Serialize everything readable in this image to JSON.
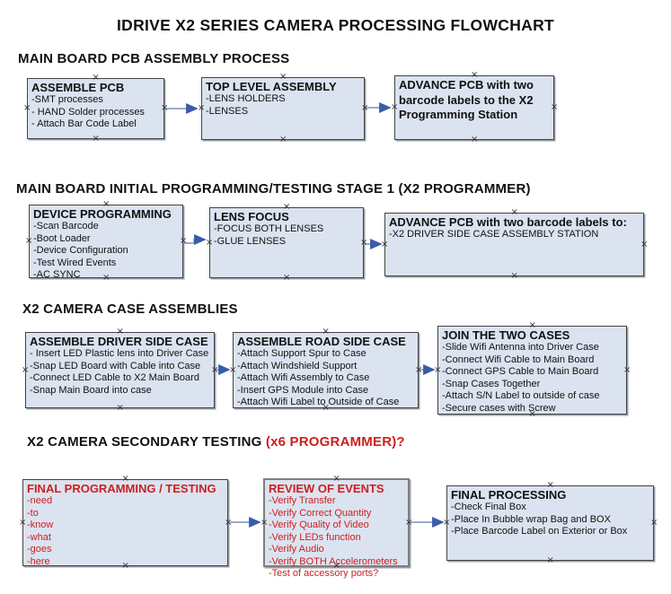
{
  "title": "IDRIVE X2  SERIES CAMERA PROCESSING FLOWCHART",
  "colors": {
    "background": "#ffffff",
    "box_fill": "#dbe3f0",
    "box_border": "#424242",
    "arrow_line": "#8ba1c7",
    "arrow_head": "#3a5ba9",
    "red_text": "#cc2020",
    "black_text": "#111111"
  },
  "sections": [
    {
      "heading": "MAIN BOARD PCB ASSEMBLY PROCESS",
      "boxes": [
        {
          "title": "ASSEMBLE PCB",
          "lines": [
            "-SMT processes",
            "- HAND Solder processes",
            "- Attach Bar Code Label"
          ]
        },
        {
          "title": "TOP LEVEL ASSEMBLY",
          "lines": [
            "-LENS HOLDERS",
            "-LENSES"
          ]
        },
        {
          "title": "ADVANCE PCB with two barcode labels to the X2 Programming Station",
          "lines": []
        }
      ]
    },
    {
      "heading": "MAIN BOARD INITIAL PROGRAMMING/TESTING STAGE 1 (X2 PROGRAMMER)",
      "boxes": [
        {
          "title": "DEVICE PROGRAMMING",
          "lines": [
            "-Scan Barcode",
            "-Boot Loader",
            "-Device Configuration",
            "-Test Wired Events",
            "-AC SYNC"
          ]
        },
        {
          "title": "LENS FOCUS",
          "lines": [
            "-FOCUS BOTH LENSES",
            "-GLUE LENSES"
          ]
        },
        {
          "title": "ADVANCE PCB with two barcode labels to:",
          "lines": [
            "-X2 DRIVER  SIDE  CASE  ASSEMBLY STATION"
          ]
        }
      ]
    },
    {
      "heading": "X2 CAMERA CASE ASSEMBLIES",
      "boxes": [
        {
          "title": "ASSEMBLE DRIVER SIDE CASE",
          "lines": [
            "- Insert LED Plastic lens into Driver Case",
            "-Snap LED Board with Cable into Case",
            "-Connect LED Cable to X2 Main Board",
            "-Snap Main Board into case"
          ]
        },
        {
          "title": "ASSEMBLE ROAD SIDE CASE",
          "lines": [
            "-Attach Support Spur to Case",
            "-Attach Windshield Support",
            "-Attach Wifi Assembly to Case",
            "-Insert GPS Module into Case",
            "-Attach Wifi Label to Outside of Case"
          ]
        },
        {
          "title": "JOIN THE TWO CASES",
          "lines": [
            "-Slide Wifi Antenna into Driver Case",
            "-Connect Wifi Cable to Main Board",
            "-Connect GPS Cable to Main Board",
            "-Snap Cases Together",
            "-Attach S/N Label to outside of case",
            "-Secure cases with Screw"
          ]
        }
      ]
    },
    {
      "heading": "X2 CAMERA SECONDARY TESTING",
      "heading_suffix": " (x6 PROGRAMMER)?",
      "boxes": [
        {
          "title": "FINAL PROGRAMMING / TESTING",
          "lines": [
            "-need",
            "-to",
            "-know",
            "-what",
            "-goes",
            "-here"
          ]
        },
        {
          "title": "REVIEW OF EVENTS",
          "lines": [
            "-Verify Transfer",
            "-Verify Correct Quantity",
            "-Verify Quality of Video",
            "-Verify LEDs function",
            "-Verify Audio",
            "-Verify BOTH Accelerometers",
            "-Test of accessory ports?"
          ]
        },
        {
          "title": "FINAL PROCESSING",
          "lines": [
            "-Check Final Box",
            "-Place In Bubble wrap Bag and BOX",
            "-Place Barcode Label on Exterior or Box"
          ]
        }
      ]
    }
  ],
  "connections": [
    {
      "from": "ASSEMBLE PCB",
      "to": "TOP LEVEL ASSEMBLY"
    },
    {
      "from": "TOP LEVEL ASSEMBLY",
      "to": "ADVANCE PCB with two barcode labels to the X2 Programming Station"
    },
    {
      "from": "DEVICE PROGRAMMING",
      "to": "LENS FOCUS"
    },
    {
      "from": "LENS FOCUS",
      "to": "ADVANCE PCB with two barcode labels to:"
    },
    {
      "from": "ASSEMBLE DRIVER SIDE CASE",
      "to": "ASSEMBLE ROAD SIDE CASE"
    },
    {
      "from": "ASSEMBLE ROAD SIDE CASE",
      "to": "JOIN THE TWO CASES"
    },
    {
      "from": "FINAL PROGRAMMING / TESTING",
      "to": "REVIEW OF EVENTS"
    },
    {
      "from": "REVIEW OF EVENTS",
      "to": "FINAL PROCESSING"
    }
  ]
}
